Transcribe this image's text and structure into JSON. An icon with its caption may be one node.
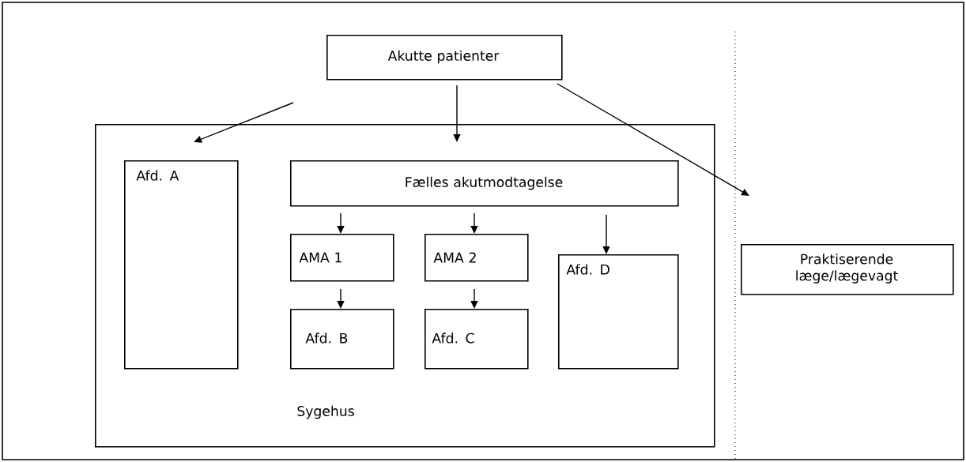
{
  "diagram": {
    "nodes": [
      {
        "text": [
          "Akutte patienter"
        ]
      },
      {
        "text": [
          "Sygehus"
        ]
      },
      {
        "text": [
          "Afd. A"
        ],
        "in": 1
      },
      {
        "text": [
          "Fælles akutmodtagelse"
        ],
        "in": 1
      },
      {
        "text": [
          "AMA 1"
        ],
        "in": 1
      },
      {
        "text": [
          "AMA 2"
        ],
        "in": 1
      },
      {
        "text": [
          "Afd. D"
        ],
        "in": 1
      },
      {
        "text": [
          "Afd. B"
        ],
        "in": 1
      },
      {
        "text": [
          "Afd. C"
        ],
        "in": 1
      },
      {
        "text": [
          "Praktiserende læge/lægevagt"
        ]
      }
    ],
    "edges": [
      {
        "from": 0,
        "to": 1,
        "arrow": "to"
      },
      {
        "from": 0,
        "to": 1,
        "arrow": "to"
      },
      {
        "from": 0,
        "to": 9,
        "arrow": "to"
      },
      {
        "from": 3,
        "to": 4,
        "arrow": "to"
      },
      {
        "from": 3,
        "to": 5,
        "arrow": "to"
      },
      {
        "from": 3,
        "to": 6,
        "arrow": "to"
      },
      {
        "from": 4,
        "to": 7,
        "arrow": "to"
      },
      {
        "from": 5,
        "to": 8,
        "arrow": "to"
      }
    ]
  }
}
